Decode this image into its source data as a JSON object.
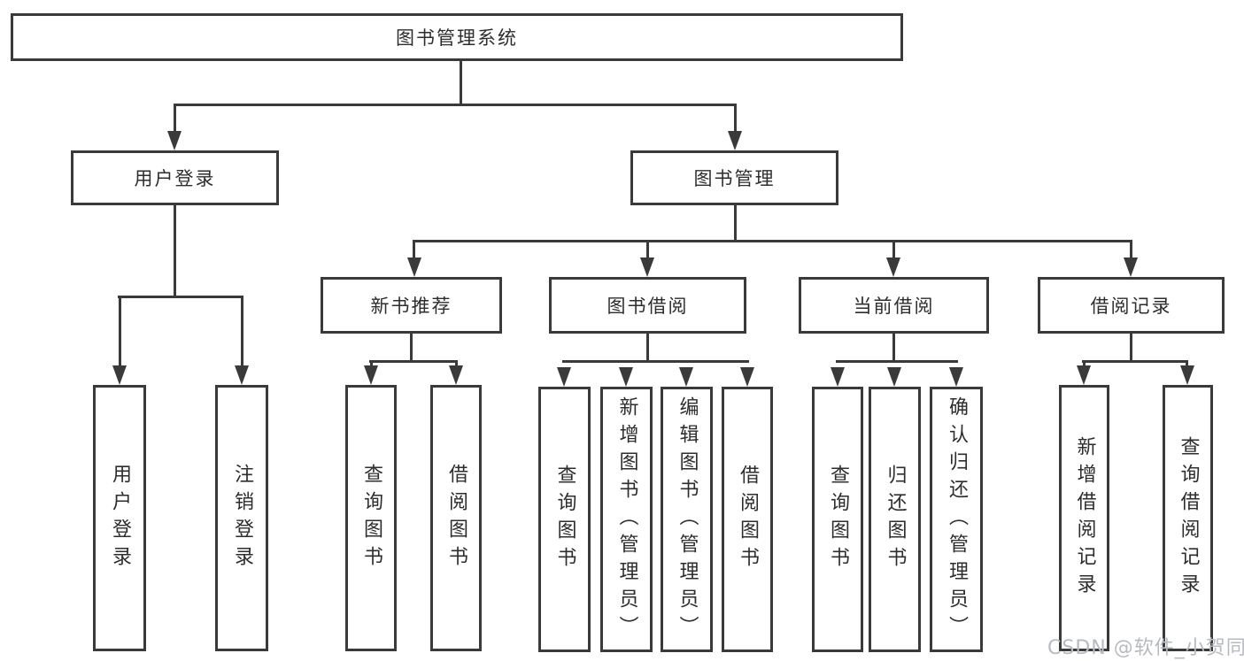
{
  "diagram": {
    "title": "图书管理系统",
    "watermark": "CSDN @软件_小贺同学",
    "colors": {
      "line": "#3a3a3a",
      "box_border": "#3a3a3a",
      "box_fill": "#ffffff",
      "text": "#2d2d2d",
      "watermark": "#b6bac1"
    },
    "nodes": {
      "root": "图书管理系统",
      "user_login": "用户登录",
      "book_mgmt": "图书管理",
      "new_book_rec": "新书推荐",
      "book_borrow": "图书借阅",
      "current_borrow": "当前借阅",
      "borrow_records": "借阅记录",
      "leaf_user_login": "用户登录",
      "leaf_logout": "注销登录",
      "leaf_query_book_1": "查询图书",
      "leaf_borrow_book_1": "借阅图书",
      "leaf_query_book_2": "查询图书",
      "leaf_add_book": "新增图书（管理员）",
      "leaf_edit_book": "编辑图书（管理员）",
      "leaf_borrow_book_2": "借阅图书",
      "leaf_query_book_3": "查询图书",
      "leaf_return_book": "归还图书",
      "leaf_confirm_return": "确认归还（管理员）",
      "leaf_add_borrow_record": "新增借阅记录",
      "leaf_query_borrow_record": "查询借阅记录"
    },
    "hierarchy": {
      "图书管理系统": {
        "用户登录": [
          "用户登录",
          "注销登录"
        ],
        "图书管理": {
          "新书推荐": [
            "查询图书",
            "借阅图书"
          ],
          "图书借阅": [
            "查询图书",
            "新增图书（管理员）",
            "编辑图书（管理员）",
            "借阅图书"
          ],
          "当前借阅": [
            "查询图书",
            "归还图书",
            "确认归还（管理员）"
          ],
          "借阅记录": [
            "新增借阅记录",
            "查询借阅记录"
          ]
        }
      }
    }
  }
}
